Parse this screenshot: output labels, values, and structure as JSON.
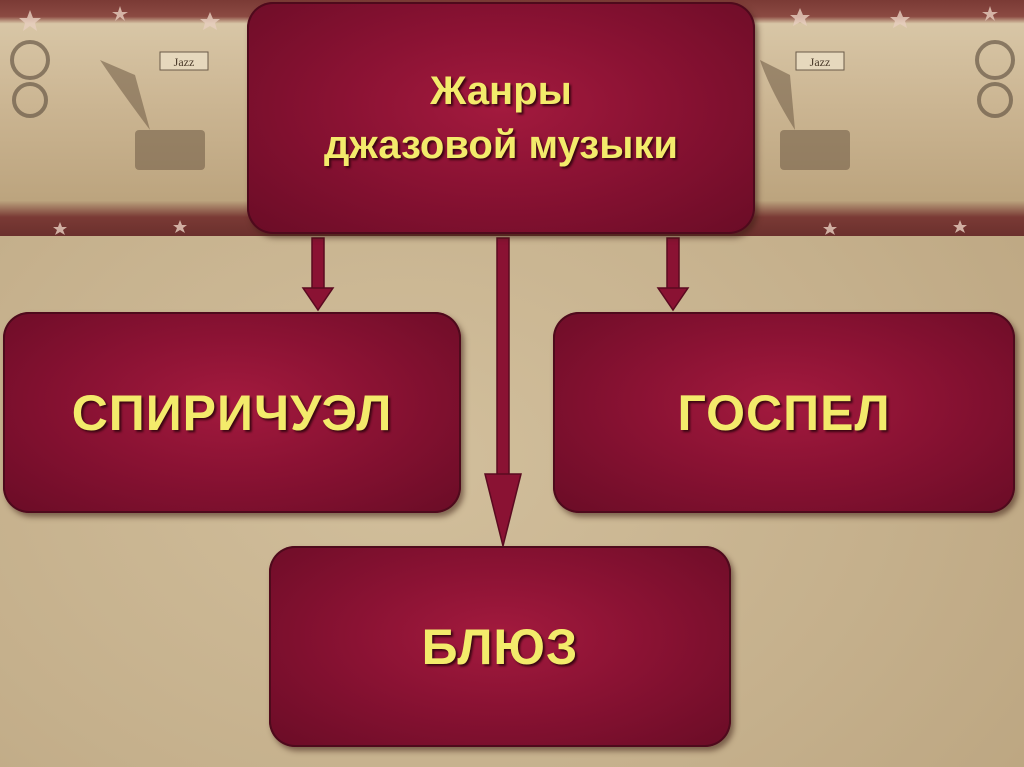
{
  "diagram": {
    "root": {
      "title_line1": "Жанры",
      "title_line2": "джазовой музыки"
    },
    "children": [
      {
        "label": "СПИРИЧУЭЛ"
      },
      {
        "label": "ГОСПЕЛ"
      },
      {
        "label": "БЛЮЗ"
      }
    ],
    "edges": [
      {
        "from": "Жанры джазовой музыки",
        "to": "СПИРИЧУЭЛ"
      },
      {
        "from": "Жанры джазовой музыки",
        "to": "БЛЮЗ"
      },
      {
        "from": "Жанры джазовой музыки",
        "to": "ГОСПЕЛ"
      }
    ]
  },
  "banner": {
    "decorations": [
      "gramophone-icon",
      "film-reel-icon",
      "star-icon",
      "jazz-sign"
    ],
    "sign_text": "Jazz"
  },
  "colors": {
    "box_fill": "#8a1233",
    "box_text": "#f3eb6b",
    "arrow": "#8a1233",
    "background": "#c8b390",
    "banner_border": "#7a3a35"
  }
}
